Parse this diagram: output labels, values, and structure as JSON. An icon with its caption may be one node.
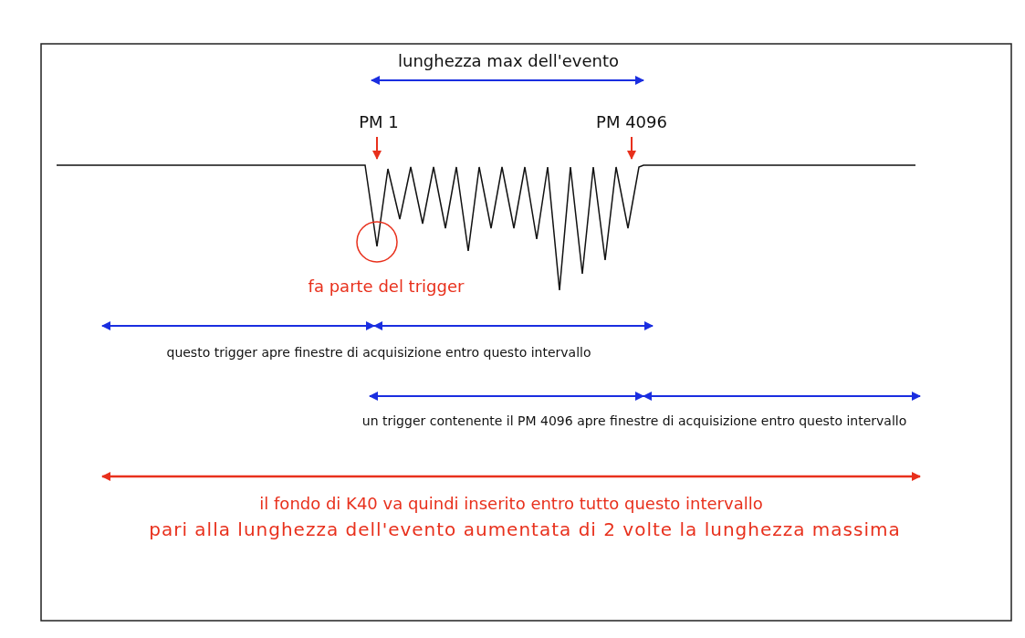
{
  "diagram": {
    "labels": [
      "lunghezza max dell'evento",
      "PM 1",
      "PM 4096",
      "fa parte del trigger",
      "questo trigger apre finestre di acquisizione entro questo intervallo",
      "un trigger contenente il PM 4096 apre finestre di acquisizione entro questo intervallo",
      "il fondo di K40 va quindi inserito entro tutto questo intervallo",
      "pari alla lunghezza dell'evento aumentata di 2 volte la lunghezza massima"
    ]
  }
}
